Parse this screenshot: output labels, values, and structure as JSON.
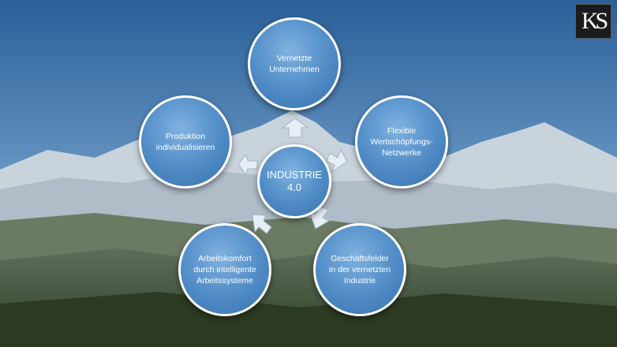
{
  "logo": {
    "text": "KS"
  },
  "diagram": {
    "center": "INDUSTRIE\n4.0",
    "nodes": [
      {
        "label": "Vernetzte\nUnternehmen"
      },
      {
        "label": "Flexible\nWertschöpfungs-\nNetzwerke"
      },
      {
        "label": "Geschäftsfelder\nin der vernetzten\nIndustrie"
      },
      {
        "label": "Arbeitskomfort\ndurch intelligente\nArbeitssysteme"
      },
      {
        "label": "Produktion\nindividualisieren"
      }
    ]
  },
  "colors": {
    "node_fill": "#4f8bc6",
    "node_border": "#ffffff",
    "sky": "#2f6aa8"
  }
}
